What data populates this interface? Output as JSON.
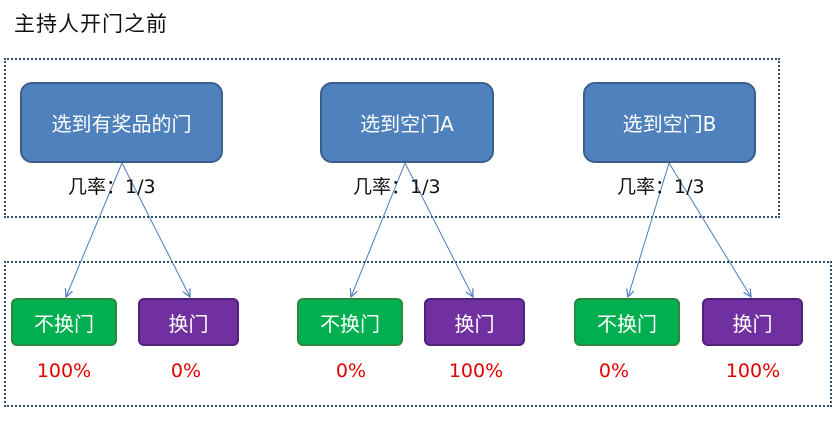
{
  "title": "主持人开门之前",
  "choices": [
    {
      "label": "选到有奖品的门",
      "probability": "几率：1/3",
      "stay_label": "不换门",
      "switch_label": "换门",
      "stay_pct": "100%",
      "switch_pct": "0%"
    },
    {
      "label": "选到空门A",
      "probability": "几率：1/3",
      "stay_label": "不换门",
      "switch_label": "换门",
      "stay_pct": "0%",
      "switch_pct": "100%"
    },
    {
      "label": "选到空门B",
      "probability": "几率：1/3",
      "stay_label": "不换门",
      "switch_label": "换门",
      "stay_pct": "0%",
      "switch_pct": "100%"
    }
  ],
  "colors": {
    "choice_box": "#4f81bd",
    "stay_box": "#00b050",
    "switch_box": "#7030a0",
    "percent_text": "#e00000",
    "arrow": "#4a7ebb"
  }
}
